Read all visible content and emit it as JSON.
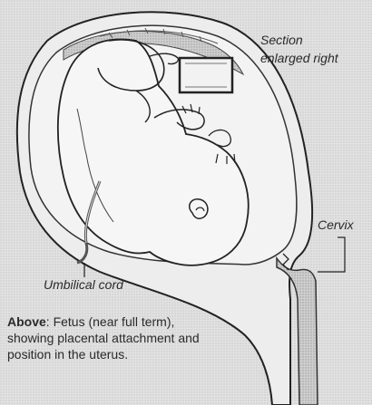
{
  "labels": {
    "section_line1": "Section",
    "section_line2": "enlarged right",
    "cervix": "Cervix",
    "umbilical_cord": "Umbilical cord"
  },
  "caption": {
    "bold": "Above",
    "text": ": Fetus (near full term), showing placental attachment and position in the uterus."
  }
}
